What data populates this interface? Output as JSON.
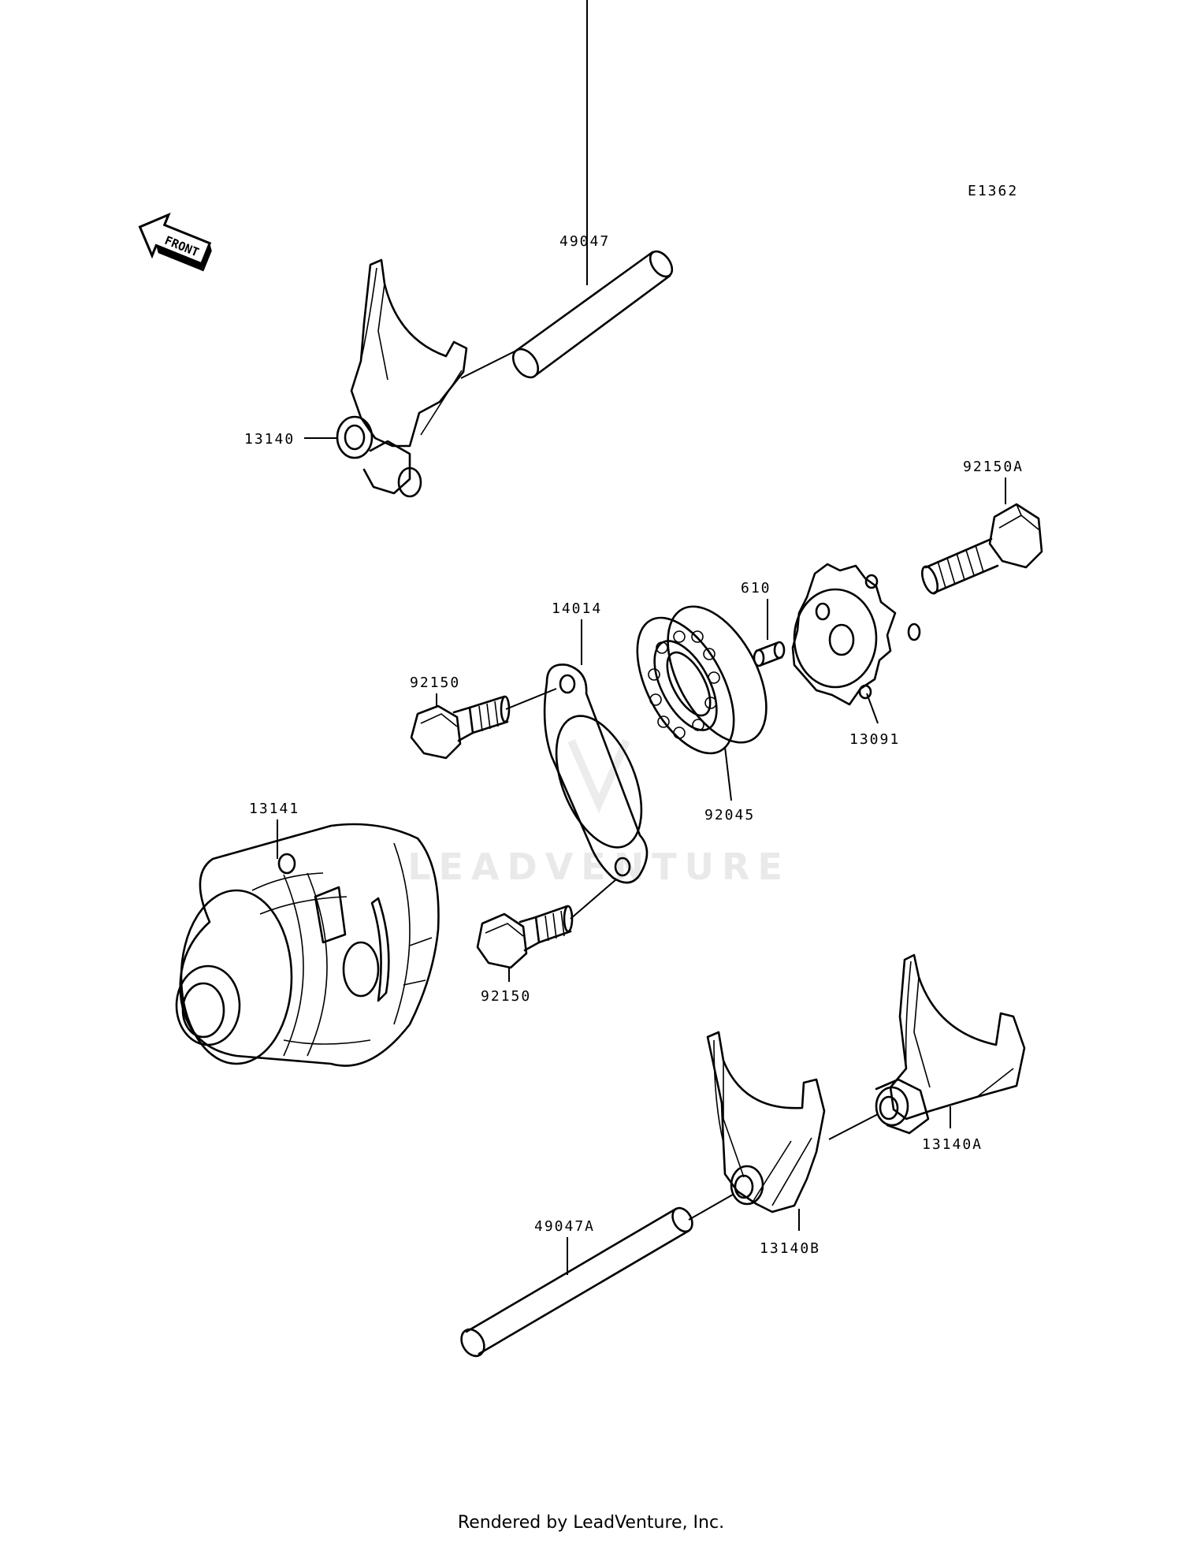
{
  "diagram_code": "E1362",
  "front_label": "FRONT",
  "watermark": "LEADVENTURE",
  "footer": "Rendered by LeadVenture, Inc.",
  "parts": {
    "p49047": "49047",
    "p13140": "13140",
    "p92150A": "92150A",
    "p610": "610",
    "p14014": "14014",
    "p92150_top": "92150",
    "p13091": "13091",
    "p92045": "92045",
    "p13141": "13141",
    "p92150_bottom": "92150",
    "p13140A": "13140A",
    "p49047A": "49047A",
    "p13140B": "13140B"
  }
}
